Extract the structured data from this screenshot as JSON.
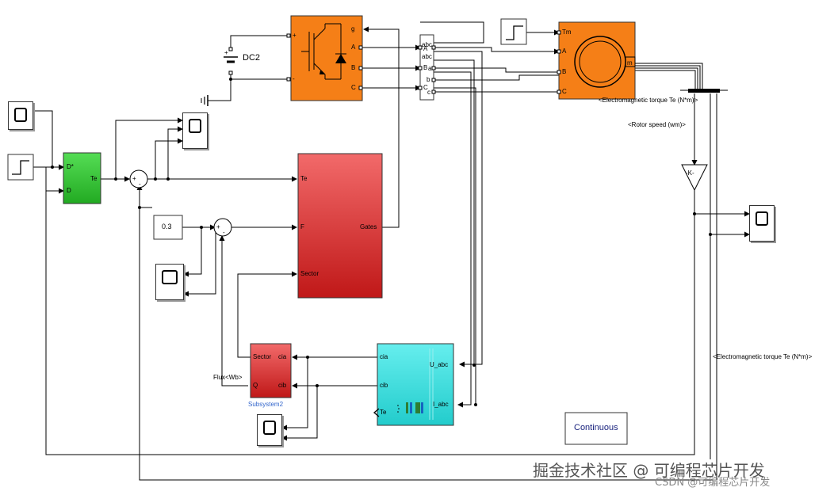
{
  "blocks": {
    "dc_source": {
      "label": "DC2"
    },
    "inverter": {
      "ports_left": [
        "+",
        "-"
      ],
      "ports_right": [
        "g",
        "A",
        "B",
        "C"
      ]
    },
    "bus_selector": {
      "ports": [
        "abc",
        "A",
        "abc",
        "B",
        "a",
        "b",
        "C",
        "c"
      ]
    },
    "motor": {
      "ports": [
        "Tm",
        "A",
        "B",
        "C",
        "m"
      ]
    },
    "torque_controller": {
      "port_in_1": "D*",
      "port_in_2": "D",
      "port_out": "Te"
    },
    "constant": {
      "value": "0.3"
    },
    "dtc_main": {
      "port_te": "Te",
      "port_f": "F",
      "port_sector": "Sector",
      "port_gates": "Gates"
    },
    "subsystem2": {
      "port_sector": "Sector",
      "port_q": "Q",
      "port_cia": "cia",
      "port_cib": "cib",
      "name": "Subsystem2"
    },
    "measurement": {
      "port_cia": "cia",
      "port_cib": "cib",
      "port_te": "Te",
      "port_u": "U_abc",
      "port_i": "I_abc"
    },
    "gain": {
      "label": "-K-"
    },
    "powergui": {
      "label": "Continuous"
    }
  },
  "signal_labels": {
    "em_torque_top": "<Electromagnetic torque Te (N*m)>",
    "rotor_speed": "<Rotor speed (wm)>",
    "em_torque_side": "<Electromagnetic torque Te (N*m)>",
    "flux": "Flux<Wb>"
  },
  "sum_signs": {
    "plus": "+",
    "minus": "-"
  },
  "watermark": {
    "main": "掘金技术社区 @ 可编程芯片开发",
    "small": "CSDN @可编程芯片开发"
  },
  "colors": {
    "orange": "#f57f17",
    "green": "#33bb33",
    "red_top": "#f05050",
    "red_bottom": "#c01818",
    "cyan": "#33d6d6",
    "wire": "#000000",
    "powergui_text": "#1a237e",
    "subsystem_name": "#3366cc"
  }
}
